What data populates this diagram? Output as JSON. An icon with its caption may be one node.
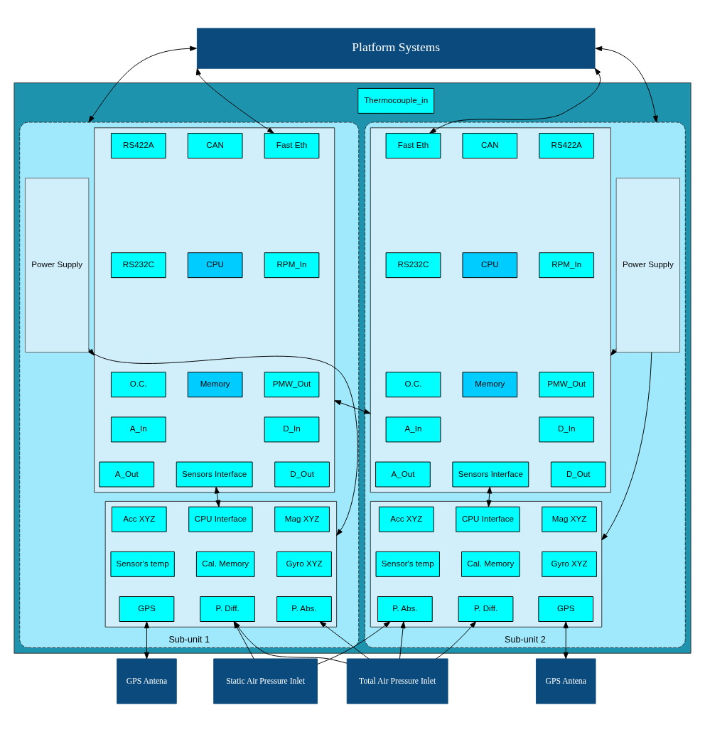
{
  "diagram": {
    "nodes": [
      {
        "text": [
          "Platform Systems"
        ]
      },
      {
        "text": [],
        "shape": "box"
      },
      {
        "text": [
          "Thermocouple_in"
        ],
        "in": 1
      },
      {
        "text": [
          "Sub-unit 1"
        ],
        "in": 1
      },
      {
        "text": [
          "Power Supply"
        ],
        "in": 3
      },
      {
        "text": [],
        "shape": "box",
        "in": 3
      },
      {
        "text": [
          "RS422A"
        ],
        "in": 5
      },
      {
        "text": [
          "CAN"
        ],
        "in": 5
      },
      {
        "text": [
          "Fast Eth"
        ],
        "in": 5
      },
      {
        "text": [
          "RS232C"
        ],
        "in": 5
      },
      {
        "text": [
          "RPM_In"
        ],
        "in": 5
      },
      {
        "text": [
          "CPU"
        ],
        "in": 5
      },
      {
        "text": [
          "O.C."
        ],
        "in": 5
      },
      {
        "text": [
          "PMW_Out"
        ],
        "in": 5
      },
      {
        "text": [
          "Memory"
        ],
        "in": 5
      },
      {
        "text": [
          "A_In"
        ],
        "in": 5
      },
      {
        "text": [
          "D_In"
        ],
        "in": 5
      },
      {
        "text": [
          "A_Out"
        ],
        "in": 5
      },
      {
        "text": [
          "Sensors Interface"
        ],
        "in": 5
      },
      {
        "text": [
          "D_Out"
        ],
        "in": 5
      },
      {
        "text": [],
        "shape": "box",
        "in": 3
      },
      {
        "text": [
          "Acc XYZ"
        ],
        "in": 20
      },
      {
        "text": [
          "CPU Interface"
        ],
        "in": 20
      },
      {
        "text": [
          "Mag XYZ"
        ],
        "in": 20
      },
      {
        "text": [
          "Sensor's temp"
        ],
        "in": 20
      },
      {
        "text": [
          "Cal. Memory"
        ],
        "in": 20
      },
      {
        "text": [
          "Gyro XYZ"
        ],
        "in": 20
      },
      {
        "text": [
          "GPS"
        ],
        "in": 20
      },
      {
        "text": [
          "P. Diff."
        ],
        "in": 20
      },
      {
        "text": [
          "P. Abs."
        ],
        "in": 20
      },
      {
        "text": [
          "Sub-unit 2"
        ],
        "in": 1
      },
      {
        "text": [],
        "shape": "box",
        "in": 30
      },
      {
        "text": [
          "Fast Eth"
        ],
        "in": 31
      },
      {
        "text": [
          "CAN"
        ],
        "in": 31
      },
      {
        "text": [
          "RS422A"
        ],
        "in": 31
      },
      {
        "text": [
          "RS232C"
        ],
        "in": 31
      },
      {
        "text": [
          "RPM_In"
        ],
        "in": 31
      },
      {
        "text": [
          "CPU"
        ],
        "in": 31
      },
      {
        "text": [
          "O.C."
        ],
        "in": 31
      },
      {
        "text": [
          "PMW_Out"
        ],
        "in": 31
      },
      {
        "text": [
          "Memory"
        ],
        "in": 31
      },
      {
        "text": [
          "A_In"
        ],
        "in": 31
      },
      {
        "text": [
          "D_In"
        ],
        "in": 31
      },
      {
        "text": [
          "A_Out"
        ],
        "in": 31
      },
      {
        "text": [
          "Sensors Interface"
        ],
        "in": 31
      },
      {
        "text": [
          "D_Out"
        ],
        "in": 31
      },
      {
        "text": [],
        "shape": "box",
        "in": 30
      },
      {
        "text": [
          "Acc XYZ"
        ],
        "in": 46
      },
      {
        "text": [
          "CPU Interface"
        ],
        "in": 46
      },
      {
        "text": [
          "Mag XYZ"
        ],
        "in": 46
      },
      {
        "text": [
          "Sensor's temp"
        ],
        "in": 46
      },
      {
        "text": [
          "Cal. Memory"
        ],
        "in": 46
      },
      {
        "text": [
          "Gyro XYZ"
        ],
        "in": 46
      },
      {
        "text": [
          "P. Abs."
        ],
        "in": 46
      },
      {
        "text": [
          "P. Diff."
        ],
        "in": 46
      },
      {
        "text": [
          "GPS"
        ],
        "in": 46
      },
      {
        "text": [
          "Power Supply"
        ],
        "in": 30
      },
      {
        "text": [
          "GPS Antena"
        ]
      },
      {
        "text": [
          "Static Air Pressure Inlet"
        ]
      },
      {
        "text": [
          "Total Air Pressure Inlet"
        ]
      },
      {
        "text": [
          "GPS Antena"
        ]
      }
    ],
    "edges": [
      {
        "from": 0,
        "to": 8,
        "arrow": "both"
      },
      {
        "from": 0,
        "to": 32,
        "arrow": "both"
      },
      {
        "from": 0,
        "to": 3,
        "arrow": "both"
      },
      {
        "from": 0,
        "to": 30,
        "arrow": "both"
      },
      {
        "from": 4,
        "to": 5,
        "arrow": "to"
      },
      {
        "from": 4,
        "to": 20,
        "arrow": "to"
      },
      {
        "from": 5,
        "to": 31,
        "arrow": "both"
      },
      {
        "from": 18,
        "to": 22,
        "arrow": "both"
      },
      {
        "from": 56,
        "to": 31,
        "arrow": "to"
      },
      {
        "from": 56,
        "to": 46,
        "arrow": "to"
      },
      {
        "from": 44,
        "to": 48,
        "arrow": "both"
      },
      {
        "from": 27,
        "to": 57,
        "arrow": "both"
      },
      {
        "from": 55,
        "to": 60,
        "arrow": "both"
      },
      {
        "from": 58,
        "to": 28,
        "arrow": "to"
      },
      {
        "from": 58,
        "to": 53,
        "arrow": "to"
      },
      {
        "from": 59,
        "to": 54,
        "arrow": "to"
      },
      {
        "from": 59,
        "to": 53,
        "arrow": "to"
      },
      {
        "from": 59,
        "to": 29,
        "arrow": "to"
      },
      {
        "from": 59,
        "to": 28,
        "arrow": "to"
      }
    ]
  }
}
